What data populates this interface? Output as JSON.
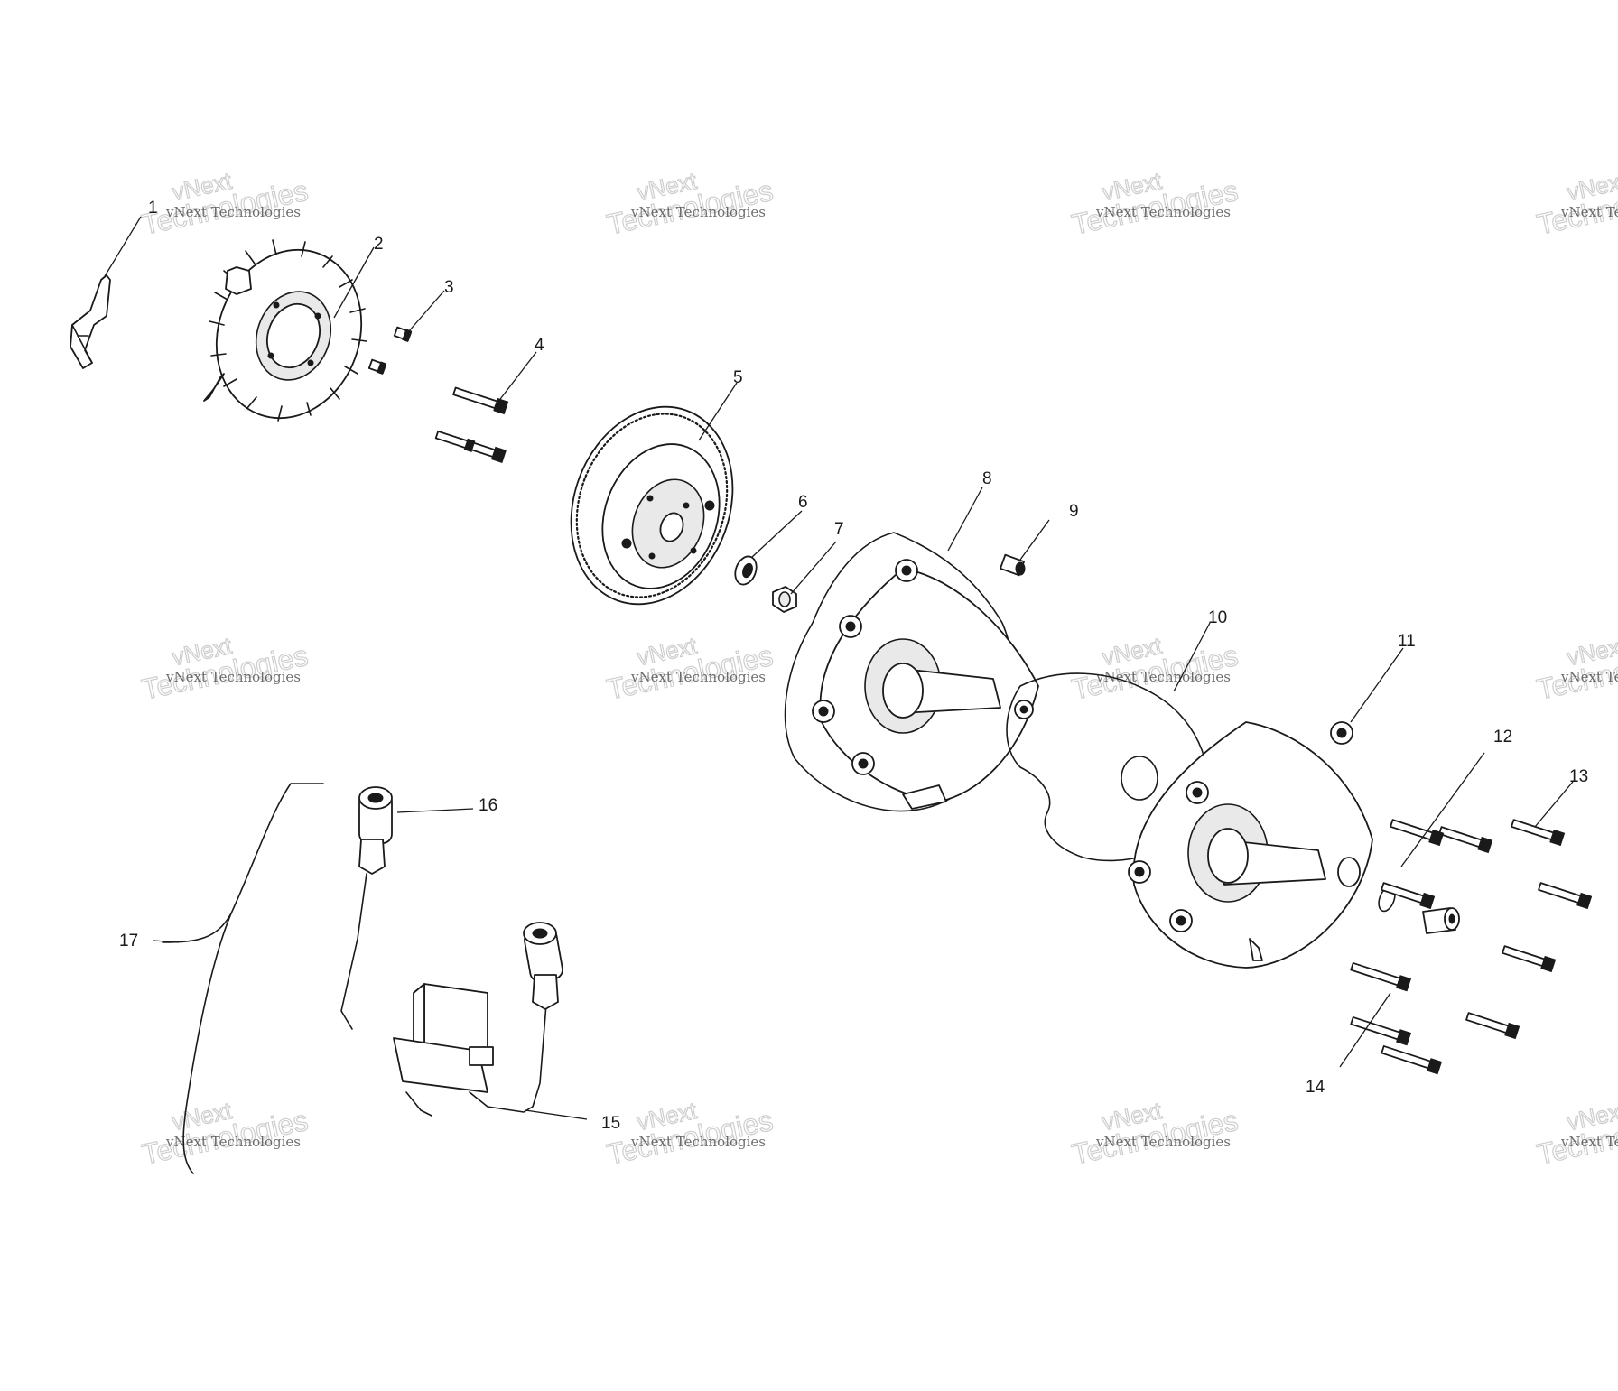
{
  "watermark": {
    "brand_small": "vNext",
    "company": "vNext Technologies",
    "brand_big": "Technologies"
  },
  "callouts": [
    "1",
    "2",
    "3",
    "4",
    "5",
    "6",
    "7",
    "8",
    "9",
    "10",
    "11",
    "12",
    "13",
    "14",
    "15",
    "16",
    "17"
  ],
  "colors": {
    "line": "#1a1a1a",
    "background": "#ffffff",
    "watermark": "#c9c9c9"
  }
}
